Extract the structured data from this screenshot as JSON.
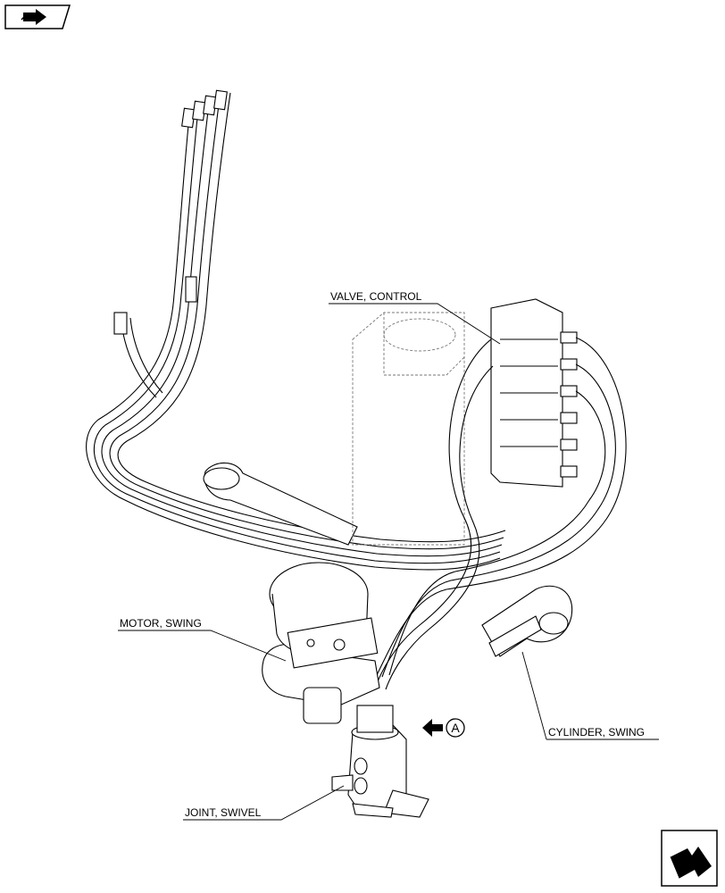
{
  "callouts": {
    "valve_control": "VALVE, CONTROL",
    "motor_swing": "MOTOR, SWING",
    "cylinder_swing": "CYLINDER, SWING",
    "joint_swivel": "JOINT, SWIVEL"
  },
  "view_reference": "A",
  "icons": {
    "top_left": "previous-page-arrow-icon",
    "bottom_right": "next-page-arrow-icon"
  }
}
